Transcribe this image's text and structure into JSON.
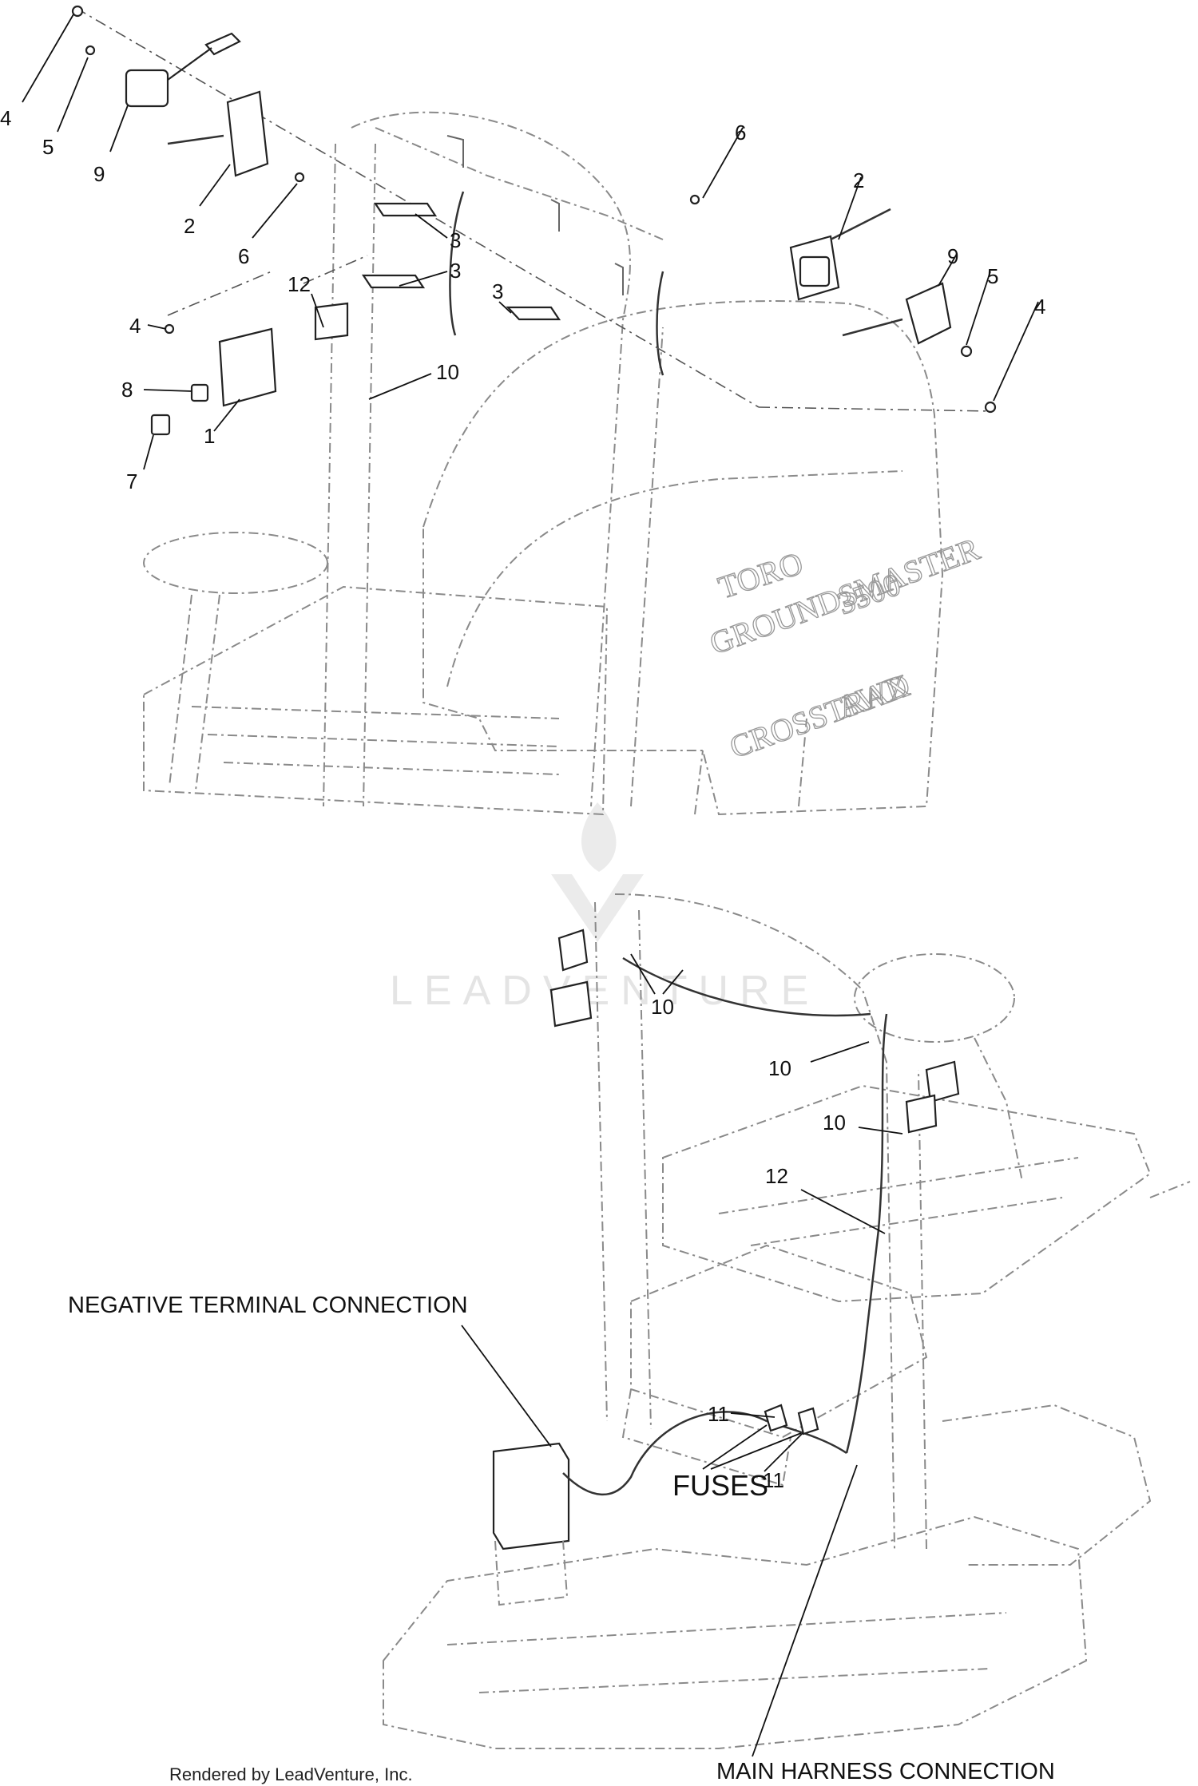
{
  "diagram": {
    "upper_callouts": [
      "4",
      "5",
      "9",
      "2",
      "6",
      "3",
      "3",
      "12",
      "4",
      "8",
      "7",
      "1",
      "10",
      "3",
      "6",
      "2",
      "9",
      "5",
      "4"
    ],
    "lower_callouts": [
      "10",
      "10",
      "10",
      "12",
      "11",
      "11"
    ],
    "annotations": {
      "negative_terminal": "NEGATIVE TERMINAL CONNECTION",
      "fuses": "FUSES",
      "main_harness": "MAIN HARNESS CONNECTION"
    },
    "hood_text": {
      "brand": "TORO",
      "model": "GROUNDSMASTER",
      "model_number": "3500",
      "sub": "CROSSTRAX",
      "drive": "AWD"
    },
    "watermark": "LEADVENTURE",
    "credit": "Rendered by LeadVenture, Inc."
  }
}
